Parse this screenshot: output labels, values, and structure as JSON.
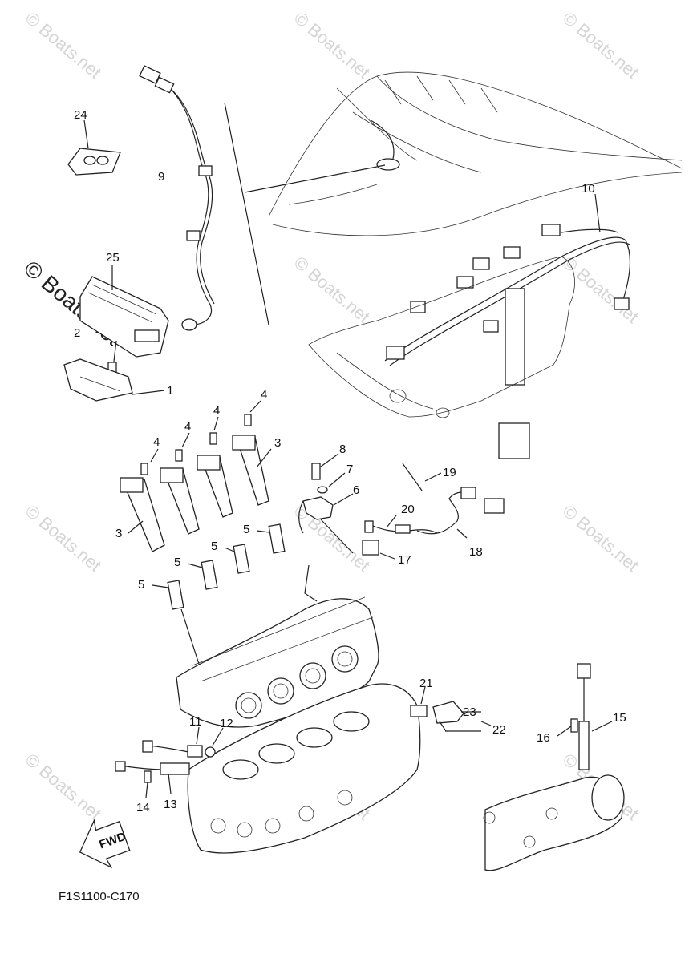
{
  "diagram_code": "F1S1100-C170",
  "fwd_label": "FWD",
  "watermark_small": "© Boats.net",
  "watermark_large": "© Boats.net",
  "callouts": {
    "c1": "1",
    "c2": "2",
    "c3a": "3",
    "c3b": "3",
    "c4a": "4",
    "c4b": "4",
    "c4c": "4",
    "c4d": "4",
    "c5a": "5",
    "c5b": "5",
    "c5c": "5",
    "c5d": "5",
    "c6": "6",
    "c7": "7",
    "c8": "8",
    "c9": "9",
    "c10": "10",
    "c11": "11",
    "c12": "12",
    "c13": "13",
    "c14": "14",
    "c15": "15",
    "c16": "16",
    "c17": "17",
    "c18": "18",
    "c19": "19",
    "c20": "20",
    "c21": "21",
    "c22": "22",
    "c23": "23",
    "c24": "24",
    "c25": "25"
  }
}
